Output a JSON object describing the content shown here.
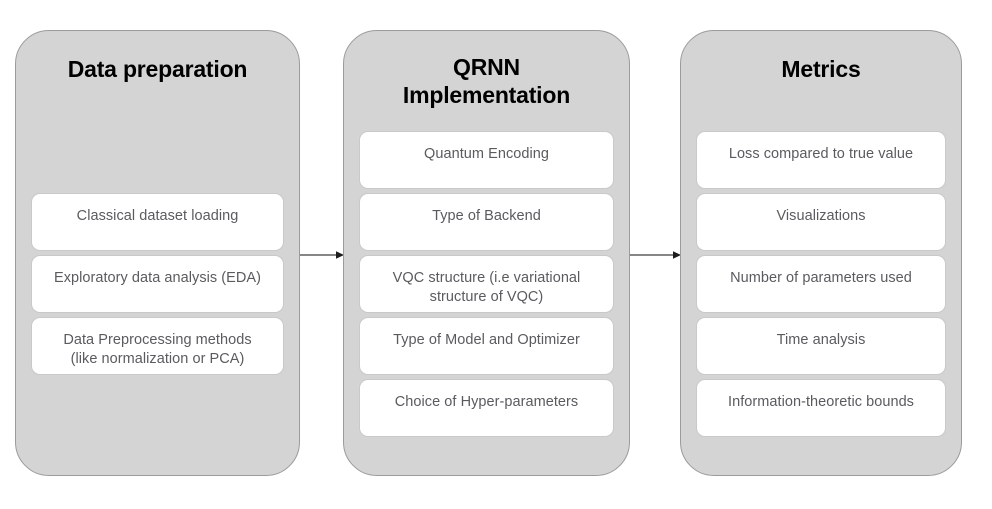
{
  "diagram": {
    "type": "flowchart",
    "orientation": "left-to-right",
    "palette": {
      "panel_fill": "#d4d4d4",
      "panel_border": "#9b9b9b",
      "card_fill": "#ffffff",
      "card_border": "#c9c9c9",
      "title_text": "#000000",
      "card_text": "#5b5b5f",
      "arrow": "#3d3d3d",
      "background": "#ffffff"
    },
    "stages": [
      {
        "id": "data-preparation",
        "title": "Data preparation",
        "items": [
          {
            "label": "Classical dataset loading"
          },
          {
            "label": "Exploratory data analysis (EDA)"
          },
          {
            "label": "Data Preprocessing methods\n(like normalization or PCA)"
          }
        ]
      },
      {
        "id": "qrnn-implementation",
        "title": "QRNN\nImplementation",
        "items": [
          {
            "label": "Quantum Encoding"
          },
          {
            "label": "Type of Backend"
          },
          {
            "label": "VQC structure (i.e variational\nstructure of VQC)"
          },
          {
            "label": "Type of Model and Optimizer"
          },
          {
            "label": "Choice of Hyper-parameters"
          }
        ]
      },
      {
        "id": "metrics",
        "title": "Metrics",
        "items": [
          {
            "label": "Loss compared to true value"
          },
          {
            "label": "Visualizations"
          },
          {
            "label": "Number of parameters used"
          },
          {
            "label": "Time analysis"
          },
          {
            "label": "Information-theoretic bounds"
          }
        ]
      }
    ],
    "connectors": [
      {
        "id": "arrow-prep-to-qrnn",
        "from": "data-preparation",
        "to": "qrnn-implementation",
        "icon": "arrow-right-icon"
      },
      {
        "id": "arrow-qrnn-to-metrics",
        "from": "qrnn-implementation",
        "to": "metrics",
        "icon": "arrow-right-icon"
      }
    ]
  }
}
